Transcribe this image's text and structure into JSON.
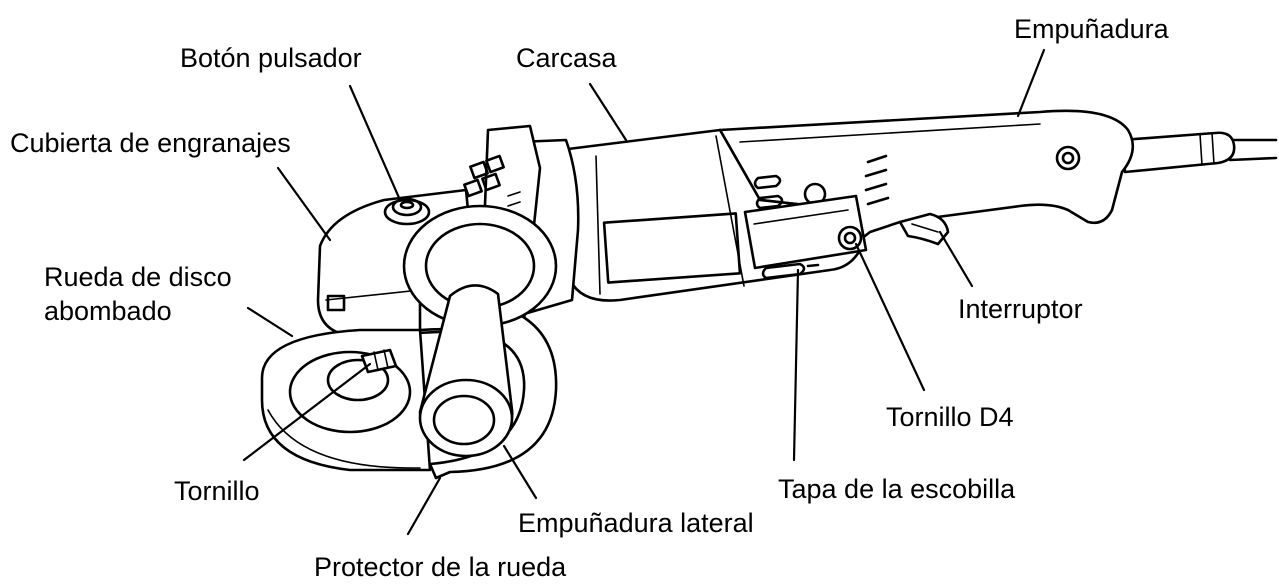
{
  "diagram": {
    "labels": {
      "boton_pulsador": "Botón pulsador",
      "carcasa": "Carcasa",
      "empunadura": "Empuñadura",
      "cubierta": "Cubierta de engranajes",
      "rueda_line1": "Rueda de disco",
      "rueda_line2": "abombado",
      "interruptor": "Interruptor",
      "tornillo_d4": "Tornillo D4",
      "tornillo": "Tornillo",
      "tapa": "Tapa de la escobilla",
      "empunadura_lateral": "Empuñadura lateral",
      "protector": "Protector de la rueda"
    }
  }
}
